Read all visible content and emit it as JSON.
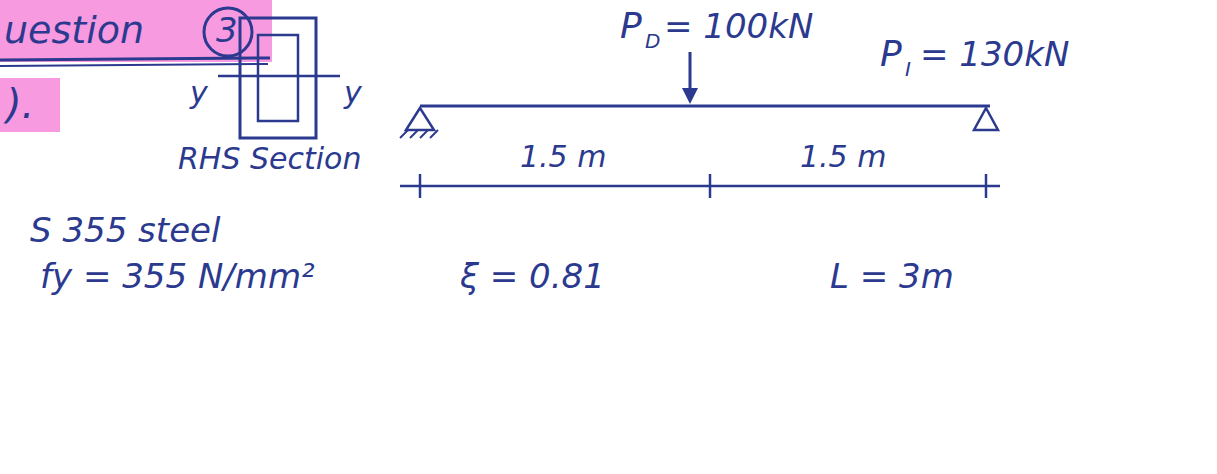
{
  "diagram": {
    "labels": [
      "uestion",
      "3",
      ").",
      "P",
      "D",
      "= 100kN",
      "P",
      "I",
      "= 130kN",
      "y",
      "y",
      "RHS Section",
      "1.5 m",
      "1.5 m",
      "S 355 steel",
      "fy = 355 N/mm²",
      "ξ = 0.81",
      "L = 3m"
    ]
  }
}
